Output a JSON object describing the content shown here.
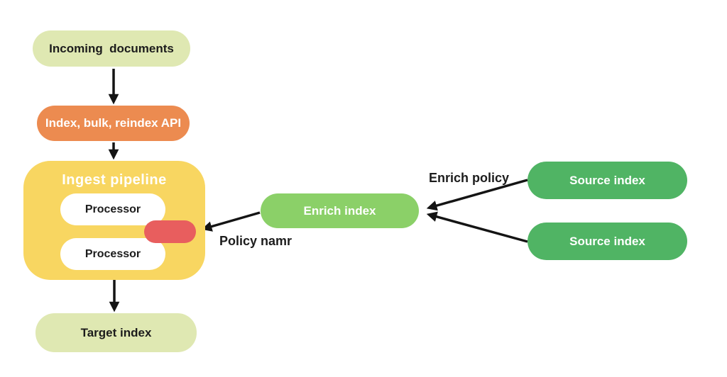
{
  "nodes": {
    "incoming_documents": {
      "label": "Incoming  documents"
    },
    "index_bulk_reindex_api": {
      "label": "Index, bulk, reindex API"
    },
    "ingest_pipeline": {
      "label": "Ingest pipeline"
    },
    "processor_1": {
      "label": "Processor"
    },
    "processor_2": {
      "label": "Processor"
    },
    "enrich_processor": {
      "label": ""
    },
    "target_index": {
      "label": "Target index"
    },
    "enrich_index": {
      "label": "Enrich index"
    },
    "source_index_top": {
      "label": "Source index"
    },
    "source_index_bottom": {
      "label": "Source index"
    }
  },
  "edge_labels": {
    "enrich_policy": "Enrich policy",
    "policy_name": "Policy namr"
  },
  "colors": {
    "canvas_bg": "#ffffff",
    "light_green": "#dfe8b2",
    "orange": "#ec8b50",
    "yellow": "#f8d661",
    "red": "#e85e5e",
    "mid_green": "#8bd068",
    "dark_green": "#50b464",
    "ink": "#1c1c1c",
    "arrow": "#141414"
  }
}
